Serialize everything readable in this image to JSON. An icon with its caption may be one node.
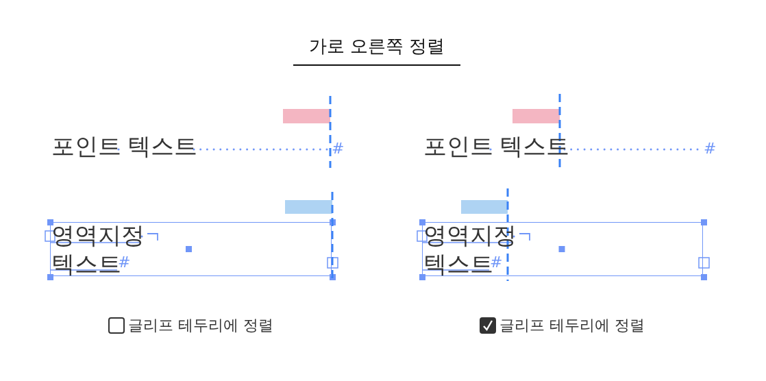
{
  "diagram": {
    "title": "가로 오른쪽 정렬",
    "nodes": [
      {
        "text": [
          "영역지정 텍스트"
        ]
      },
      {
        "text": [
          "영역지정 텍스트"
        ]
      }
    ],
    "labels": [
      "포인트 텍스트",
      "#",
      "포인트 텍스트",
      "#",
      "#",
      "#",
      "글리프 테두리에 정렬",
      "글리프 테두리에 정렬"
    ]
  }
}
